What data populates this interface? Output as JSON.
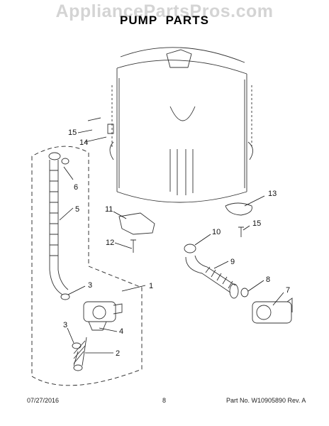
{
  "watermark": "AppliancePartsPros.com",
  "title": "PUMP PARTS",
  "footer": {
    "date": "07/27/2016",
    "page": "8",
    "part_no": "Part No. W10905890  Rev. A"
  },
  "callouts": {
    "c1": "1",
    "c2": "2",
    "c3a": "3",
    "c3b": "3",
    "c4": "4",
    "c5": "5",
    "c6": "6",
    "c7": "7",
    "c8": "8",
    "c9": "9",
    "c10": "10",
    "c11": "11",
    "c12": "12",
    "c13": "13",
    "c14": "14",
    "c15a": "15",
    "c15b": "15"
  }
}
